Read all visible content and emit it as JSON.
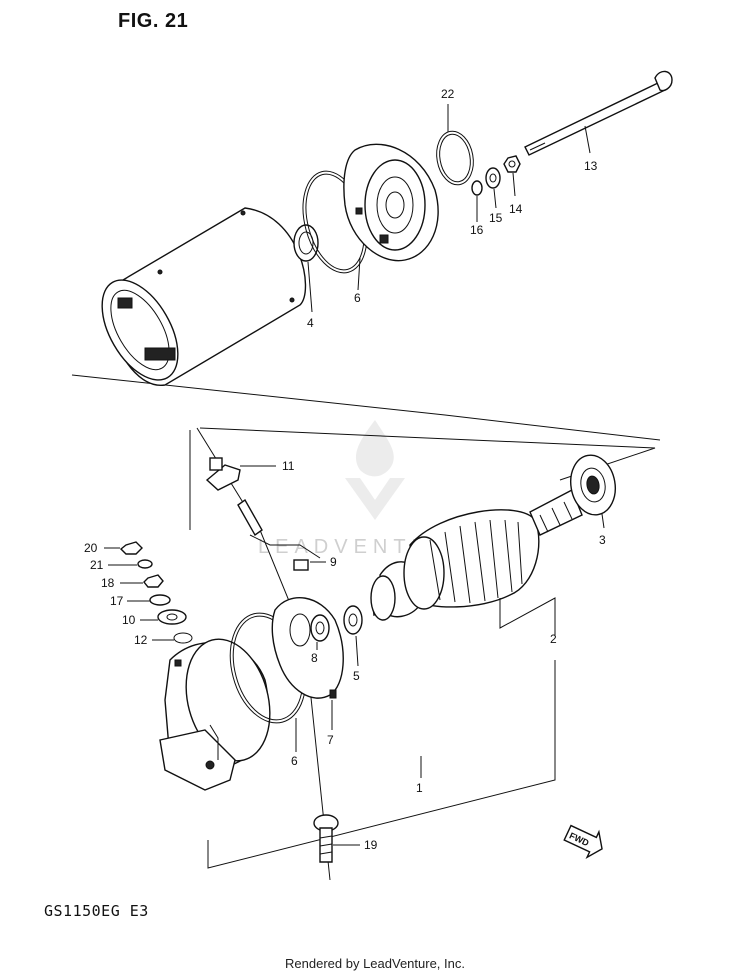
{
  "figure": {
    "title": "FIG. 21",
    "model_code": "GS1150EG  E3"
  },
  "footer": {
    "credit": "Rendered by LeadVenture, Inc."
  },
  "watermark": {
    "text": "LEADVENTURE",
    "color": "#c9c9c9"
  },
  "callouts": {
    "p1": "1",
    "p2": "2",
    "p3": "3",
    "p4": "4",
    "p5": "5",
    "p6a": "6",
    "p6b": "6",
    "p7": "7",
    "p8": "8",
    "p9": "9",
    "p10": "10",
    "p11": "11",
    "p12": "12",
    "p13": "13",
    "p14": "14",
    "p15": "15",
    "p16": "16",
    "p17": "17",
    "p18": "18",
    "p19": "19",
    "p20": "20",
    "p21": "21",
    "p22": "22"
  },
  "fwd_label": "FWD"
}
